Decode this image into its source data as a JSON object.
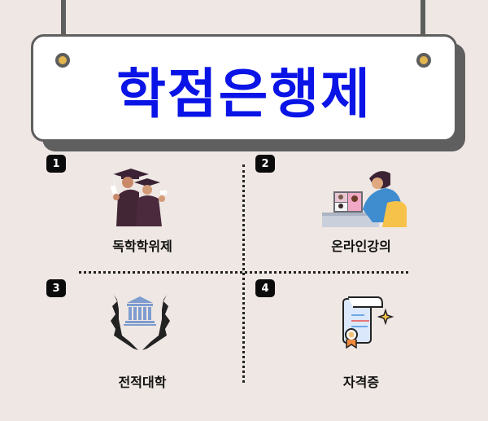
{
  "title": "학점은행제",
  "colors": {
    "background": "#efe7e3",
    "title_text": "#0a14e6",
    "sign_border": "#5f5f5f",
    "pin": "#e3b54e"
  },
  "items": [
    {
      "number": "1",
      "label": "독학학위제",
      "icon": "graduates-icon"
    },
    {
      "number": "2",
      "label": "온라인강의",
      "icon": "online-lecture-icon"
    },
    {
      "number": "3",
      "label": "전적대학",
      "icon": "university-laurel-icon"
    },
    {
      "number": "4",
      "label": "자격증",
      "icon": "certificate-icon"
    }
  ]
}
